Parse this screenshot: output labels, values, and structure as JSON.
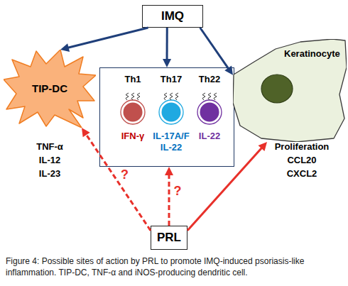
{
  "diagram": {
    "caption": "Figure 4: Possible sites of action by PRL to promote IMQ-induced psoriasis-like inflammation. TIP-DC, TNF-α and iNOS-producing dendritic cell.",
    "nodes": [
      {
        "text": [
          "IMQ"
        ]
      },
      {
        "text": [
          "TIP-DC"
        ]
      },
      {
        "text": []
      },
      {
        "text": [
          "Th1",
          "IFN-γ"
        ],
        "in": 2
      },
      {
        "text": [
          "Th17",
          "IL-17A/F IL-22"
        ],
        "in": 2
      },
      {
        "text": [
          "Th22",
          "IL-22"
        ],
        "in": 2
      },
      {
        "text": [
          "Keratinocyte"
        ]
      },
      {
        "text": [
          "PRL"
        ]
      }
    ],
    "edges": [
      {
        "from": 0,
        "to": 1,
        "arrow": "to"
      },
      {
        "from": 0,
        "to": 2,
        "arrow": "to"
      },
      {
        "from": 0,
        "to": 6,
        "arrow": "to"
      },
      {
        "from": 7,
        "to": 1,
        "label": "?",
        "arrow": "to"
      },
      {
        "from": 7,
        "to": 2,
        "label": "?",
        "arrow": "to"
      },
      {
        "from": 7,
        "to": 6,
        "arrow": "to"
      }
    ],
    "labels": [
      "TNF-α",
      "IL-12",
      "IL-23",
      "Proliferation",
      "CCL20",
      "CXCL2"
    ]
  }
}
